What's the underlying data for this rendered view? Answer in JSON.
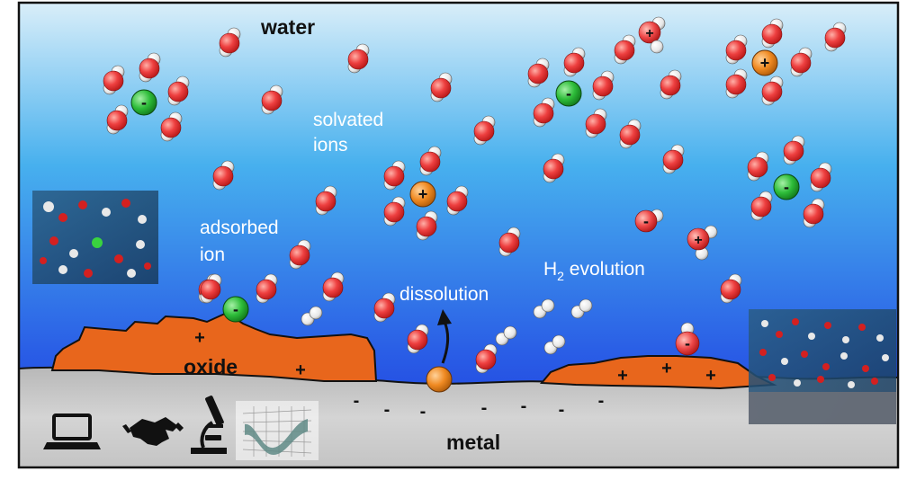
{
  "labels": {
    "water": "water",
    "solvated_ions": [
      "solvated",
      "ions"
    ],
    "adsorbed_ion": [
      "adsorbed",
      "ion"
    ],
    "dissolution": "dissolution",
    "h2_evolution": {
      "main": "H",
      "sub": "2",
      "rest": " evolution"
    },
    "oxide": "oxide",
    "metal": "metal"
  },
  "signs": {
    "plus": "+",
    "minus": "-"
  },
  "colors": {
    "water_top": "#d6ecf8",
    "water_mid": "#3aa6ea",
    "water_bottom": "#1e3fe0",
    "metal": "#c8c8c8",
    "oxide": "#e8661c",
    "oxygen": "#e03030",
    "hydrogen": "#f2f2f2",
    "anion": "#2dbf3a",
    "cation": "#ef8a22"
  },
  "icons": [
    "laptop-icon",
    "handshake-icon",
    "microscope-icon",
    "surface-plot-icon"
  ]
}
